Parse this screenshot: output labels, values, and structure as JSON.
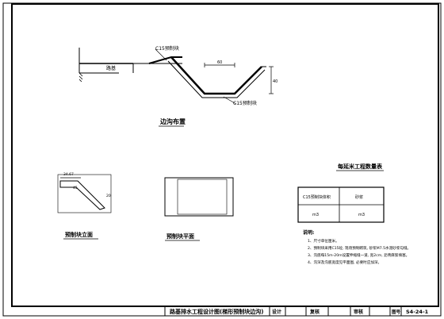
{
  "labels": {
    "section_title": "边沟布置",
    "top_block_label": "C15预制块",
    "bottom_block_label": "C15预制块",
    "roadbed": "路基",
    "dim_depth": "40",
    "dim_width": "60",
    "block_label_a": "预制块立面",
    "block_label_b": "预制块平面",
    "dim_top": "34.67",
    "dim_slope": "45",
    "dim_side": "20",
    "quantity_title": "每延米工程数量表",
    "table_header_a": "C15预制块体积",
    "table_header_b": "砂浆",
    "table_value_a": "m3",
    "table_value_b": "m3",
    "notes_title": "说明:",
    "notes": [
      "1、尺寸单位厘米。",
      "2、预制块采用C15砼, 现场预制砌筑, 砂浆M7.5水泥砂浆勾缝。",
      "3、沟底每15m-20m设置伸缩缝一道, 宽2cm, 沥青麻絮填塞。",
      "4、沟深及沟底宽度见平面图, 必要时应加深。"
    ]
  },
  "title_block": {
    "drawing_title": "路基排水工程设计图(梯形预制块边沟)",
    "design": "设计",
    "review": "复核",
    "audit": "审核",
    "sheet_no_label": "图号",
    "sheet_no": "S4-24-1"
  }
}
